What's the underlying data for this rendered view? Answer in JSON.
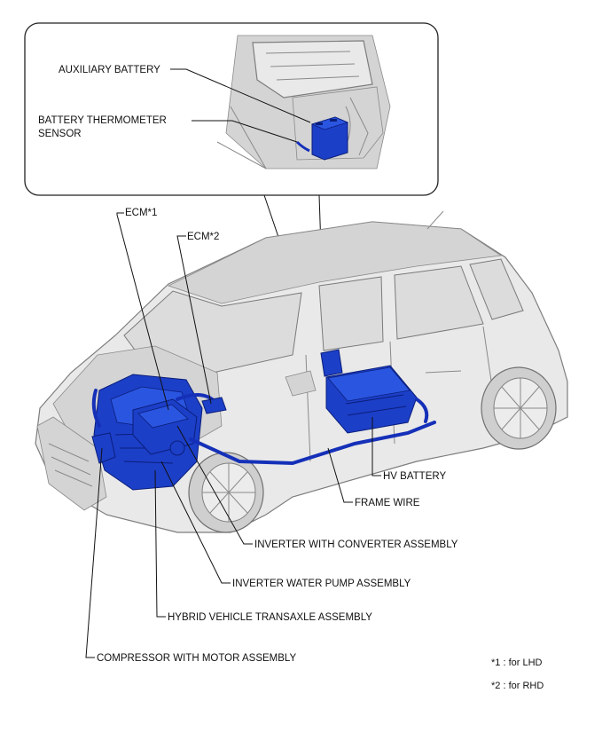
{
  "inset": {
    "labels": {
      "auxiliary_battery": "AUXILIARY BATTERY",
      "battery_thermometer_sensor_line1": "BATTERY THERMOMETER",
      "battery_thermometer_sensor_line2": "SENSOR"
    }
  },
  "labels": {
    "ecm1": "ECM*1",
    "ecm2": "ECM*2",
    "hv_battery": "HV BATTERY",
    "frame_wire": "FRAME WIRE",
    "inverter_converter": "INVERTER WITH CONVERTER ASSEMBLY",
    "inverter_water_pump": "INVERTER WATER PUMP ASSEMBLY",
    "hybrid_transaxle": "HYBRID VEHICLE TRANSAXLE ASSEMBLY",
    "compressor": "COMPRESSOR WITH MOTOR ASSEMBLY"
  },
  "footnotes": {
    "note1": "*1 : for LHD",
    "note2": "*2 : for RHD"
  },
  "colors": {
    "component_highlight": "#1c3fc8",
    "car_body": "#e9e9e9",
    "leader_line": "#111111"
  }
}
